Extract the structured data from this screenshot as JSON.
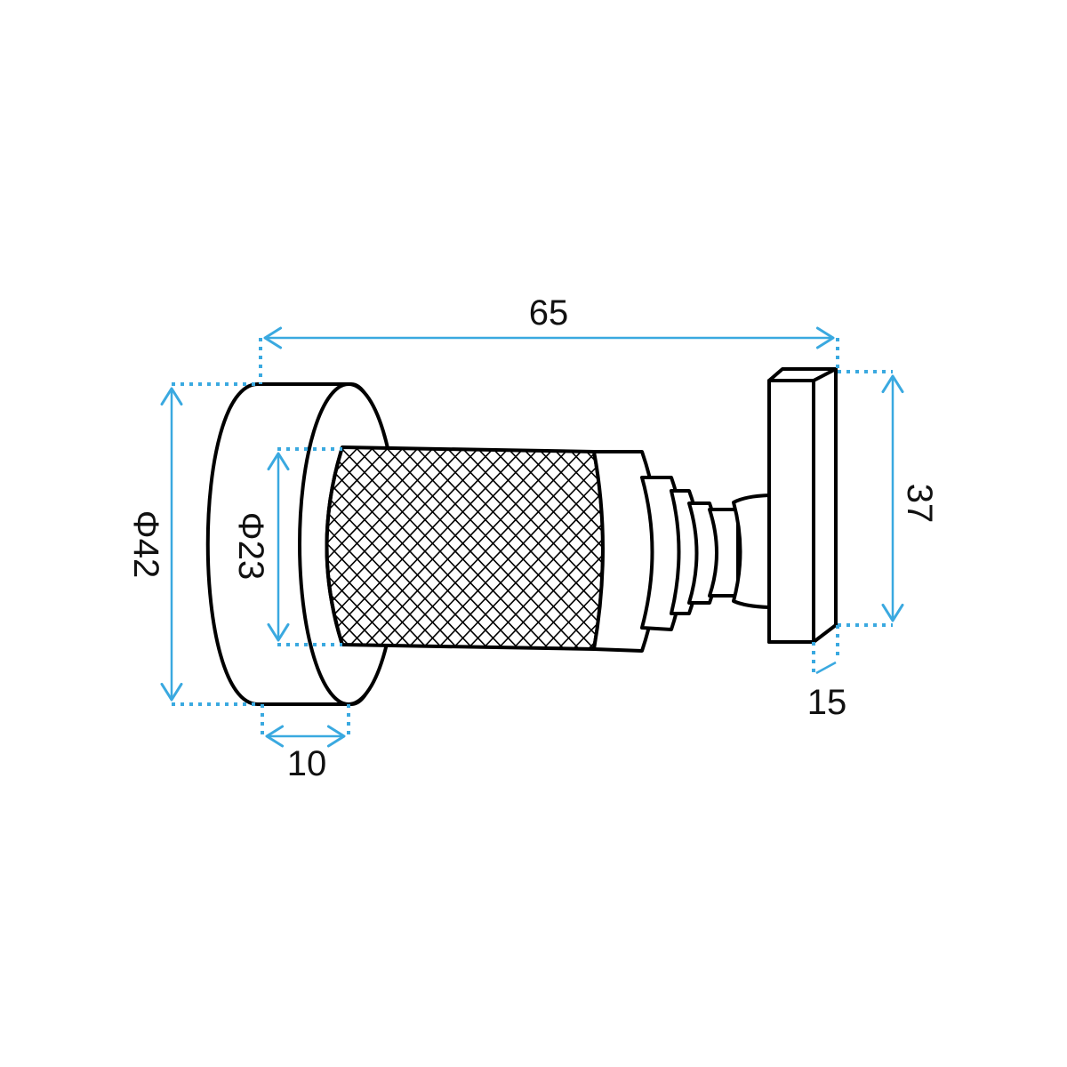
{
  "colors": {
    "dimension": "#3aa9e0",
    "outline": "#000000",
    "background": "#ffffff"
  },
  "dimensions": {
    "overall_length": "65",
    "base_diameter": "Φ42",
    "knurl_diameter": "Φ23",
    "base_thickness": "10",
    "plate_height": "37",
    "plate_thickness": "15"
  }
}
